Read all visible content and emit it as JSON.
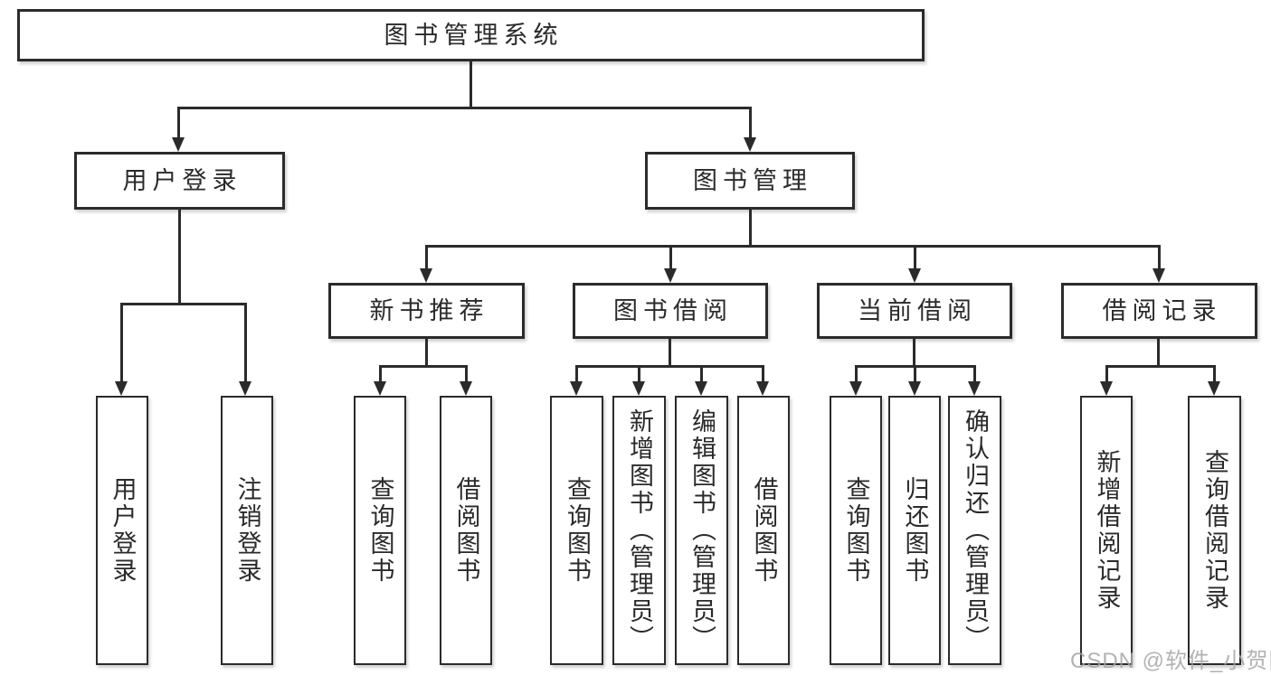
{
  "diagram": {
    "type": "hierarchy-tree",
    "root": {
      "label": "图书管理系统"
    },
    "branches": [
      {
        "label": "用户登录",
        "children": [
          {
            "label": "用户登录"
          },
          {
            "label": "注销登录"
          }
        ]
      },
      {
        "label": "图书管理",
        "children": [
          {
            "label": "新书推荐",
            "children": [
              {
                "label": "查询图书"
              },
              {
                "label": "借阅图书"
              }
            ]
          },
          {
            "label": "图书借阅",
            "children": [
              {
                "label": "查询图书"
              },
              {
                "label": "新增图书（管理员）"
              },
              {
                "label": "编辑图书（管理员）"
              },
              {
                "label": "借阅图书"
              }
            ]
          },
          {
            "label": "当前借阅",
            "children": [
              {
                "label": "查询图书"
              },
              {
                "label": "归还图书"
              },
              {
                "label": "确认归还（管理员）"
              }
            ]
          },
          {
            "label": "借阅记录",
            "children": [
              {
                "label": "新增借阅记录"
              },
              {
                "label": "查询借阅记录"
              }
            ]
          }
        ]
      }
    ]
  },
  "watermark": {
    "text": "CSDN @软件_小贺同学"
  },
  "colors": {
    "line": "#2b2b2b",
    "box_background": "#ffffff",
    "text": "#2a2a2a",
    "watermark": "#a5a5a5"
  }
}
